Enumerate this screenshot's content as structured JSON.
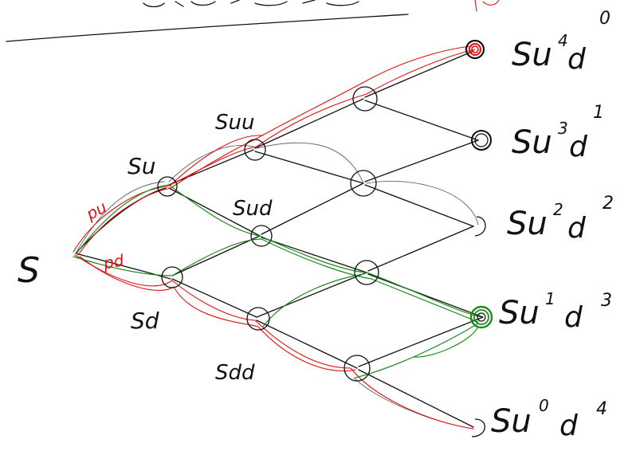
{
  "labels": {
    "root": "S",
    "n_u": "Su",
    "n_d": "Sd",
    "n_uu": "Suu",
    "n_ud": "Sud",
    "n_dd": "Sdd",
    "p_up": "pu",
    "p_down": "pd"
  },
  "outcomes": [
    {
      "base": "Su",
      "exp_u": "4",
      "mid": "d",
      "exp_d": "0"
    },
    {
      "base": "Su",
      "exp_u": "3",
      "mid": "d",
      "exp_d": "1"
    },
    {
      "base": "Su",
      "exp_u": "2",
      "mid": "d",
      "exp_d": "2"
    },
    {
      "base": "Su",
      "exp_u": "1",
      "mid": "d",
      "exp_d": "3"
    },
    {
      "base": "Su",
      "exp_u": "0",
      "mid": "d",
      "exp_d": "4"
    }
  ],
  "colors": {
    "ink": "#111111",
    "red_path": "#e01010",
    "green_path": "#1f8a1f"
  }
}
